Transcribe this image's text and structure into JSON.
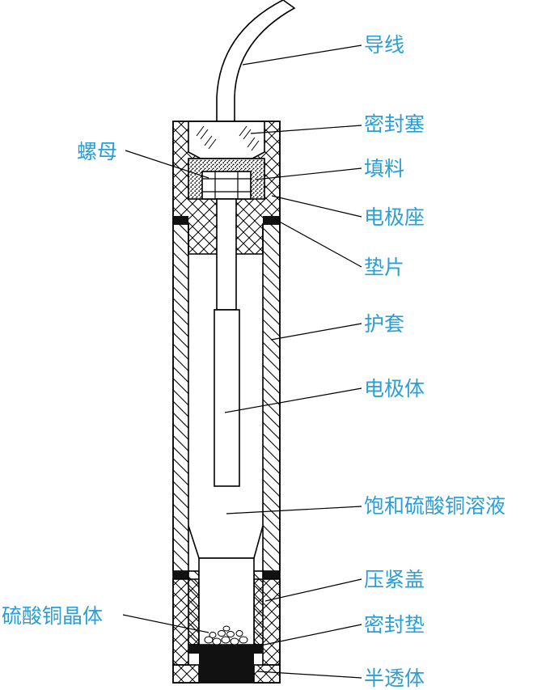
{
  "labels": {
    "wire": "导线",
    "seal_plug": "密封塞",
    "filler": "填料",
    "electrode_seat": "电极座",
    "gasket": "垫片",
    "sheath": "护套",
    "electrode_body": "电极体",
    "saturated_solution": "饱和硫酸铜溶液",
    "clamp_cap": "压紧盖",
    "seal_pad": "密封垫",
    "semipermeable": "半透体",
    "nut": "螺母",
    "crystals": "硫酸铜晶体"
  },
  "colors": {
    "label": "#2a9fd6",
    "line": "#000000",
    "fill_dark": "#111111"
  }
}
